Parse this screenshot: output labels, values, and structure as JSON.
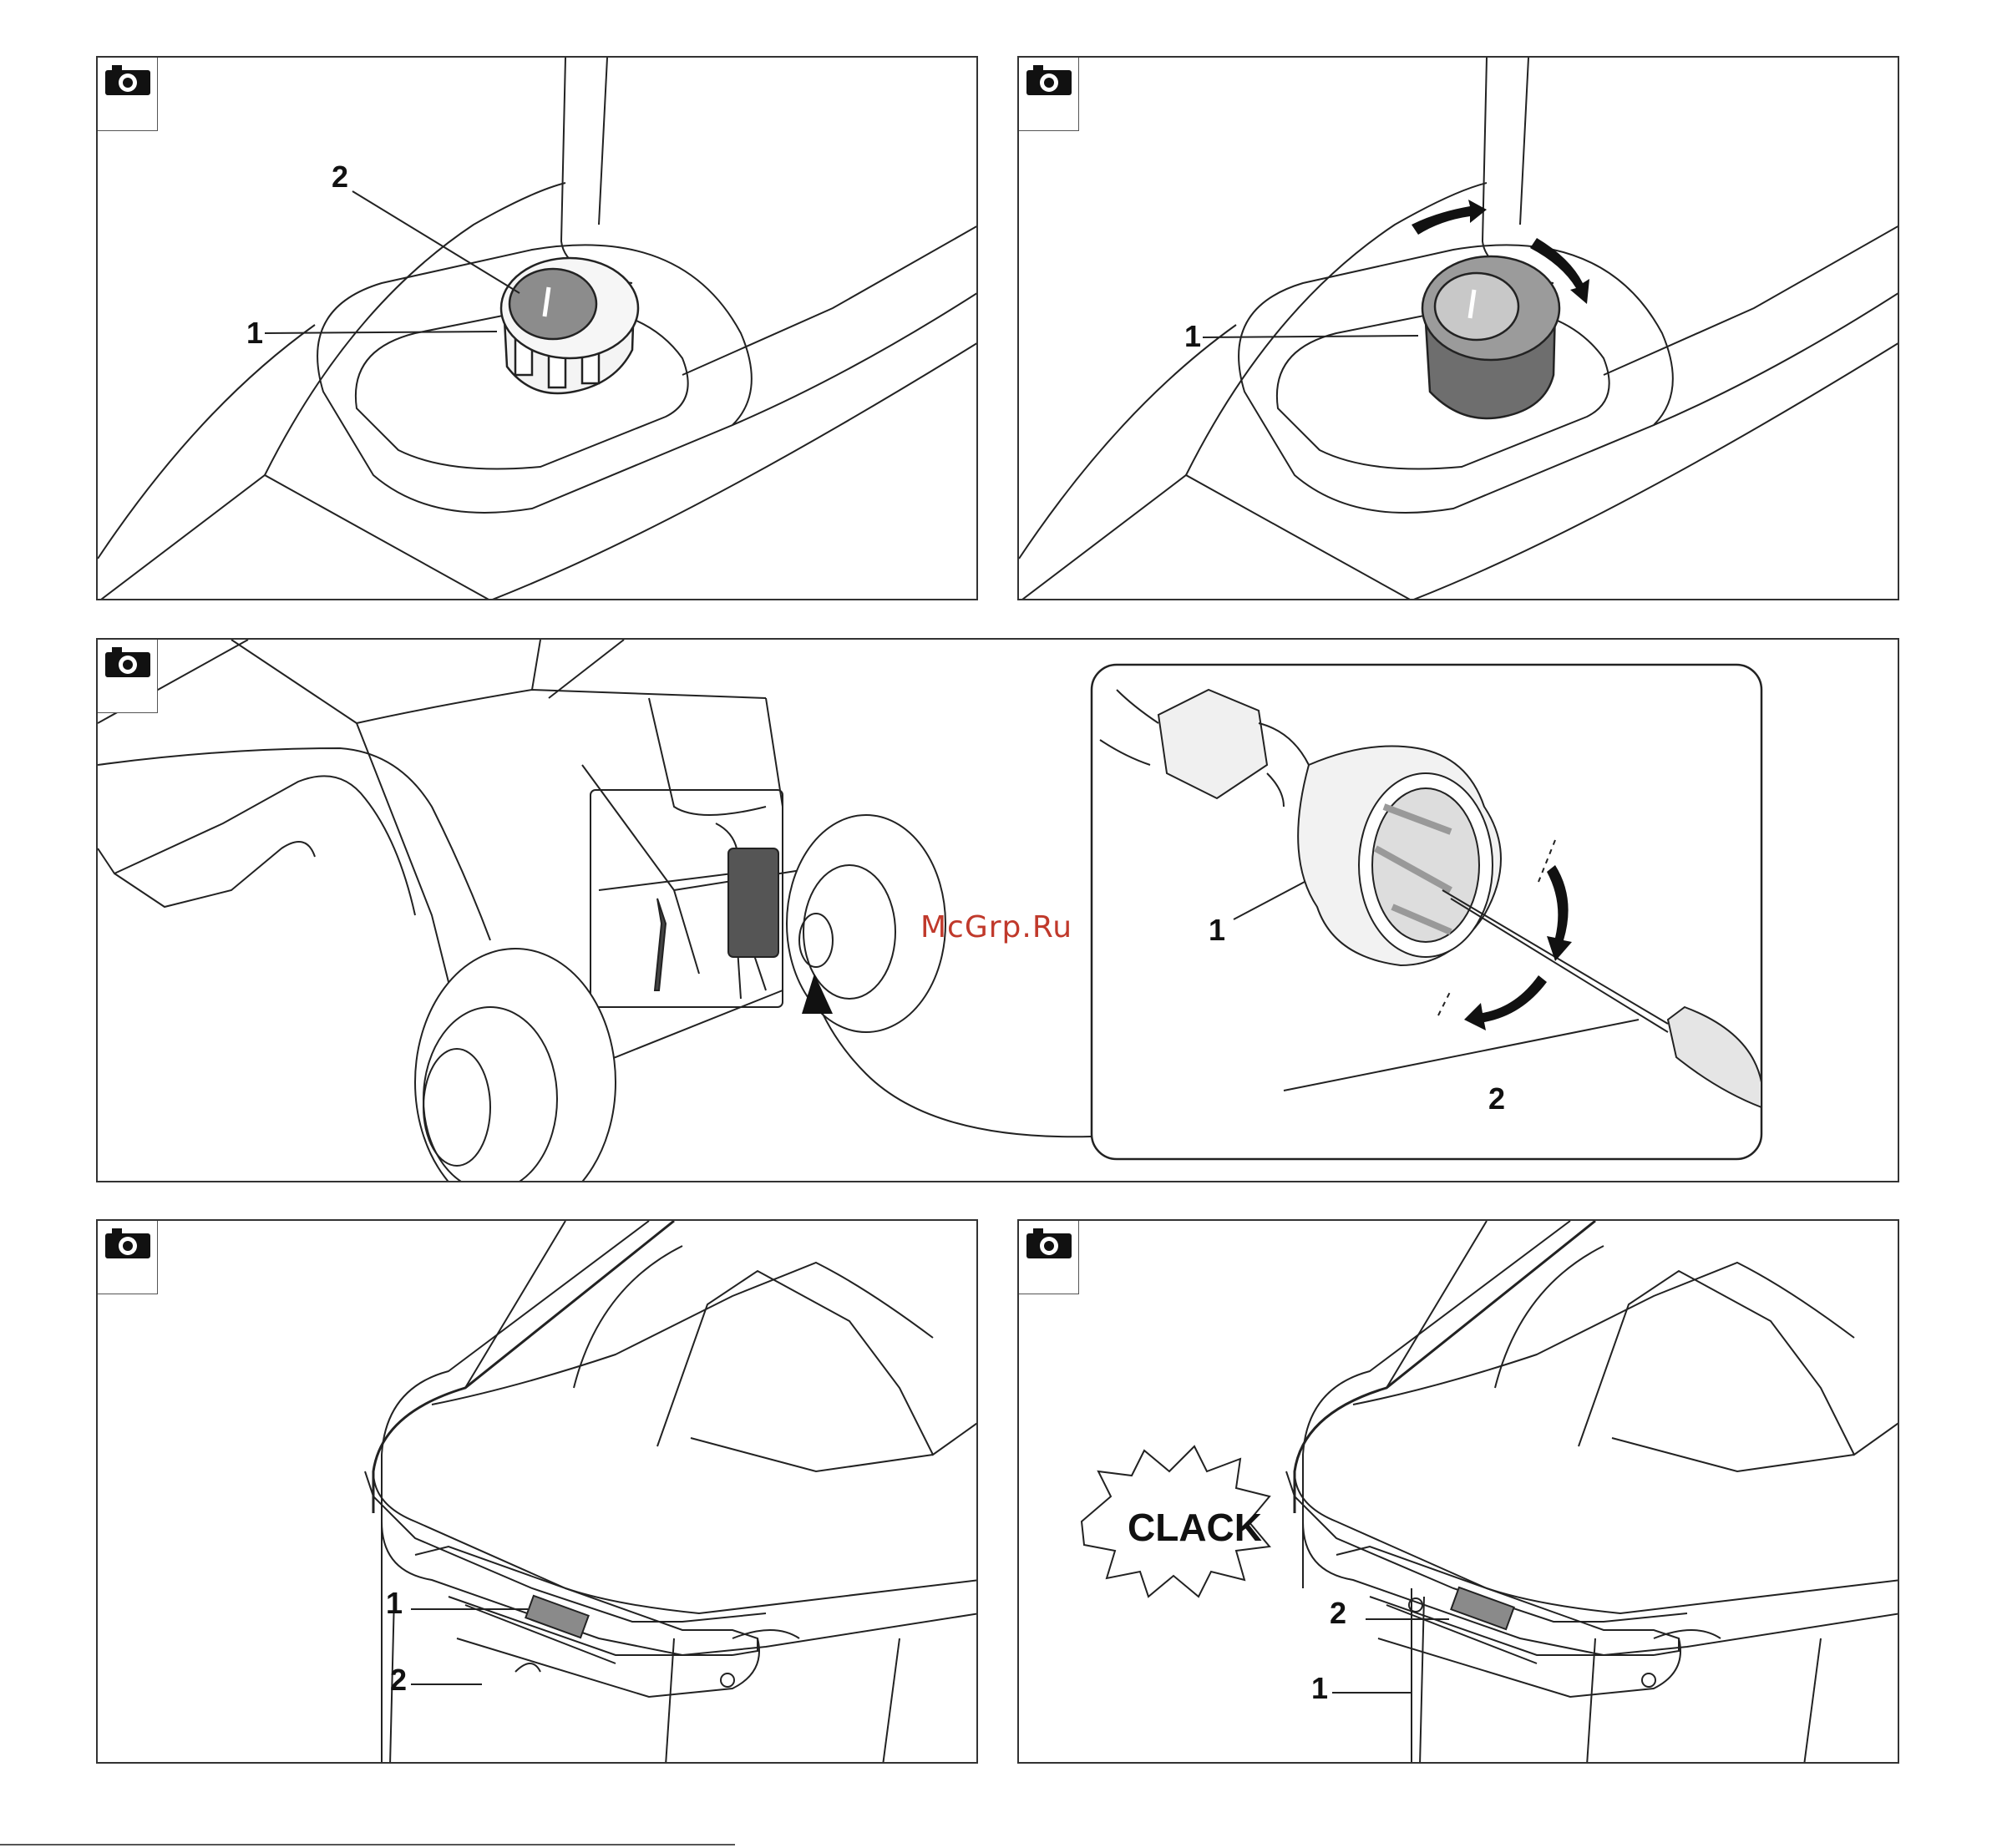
{
  "panels": {
    "p1": {
      "callouts": {
        "a": "2",
        "b": "1"
      }
    },
    "p2": {
      "callouts": {
        "a": "1"
      }
    },
    "p3": {
      "callouts": {
        "a": "1",
        "b": "2"
      }
    },
    "p4": {
      "callouts": {
        "a": "1",
        "b": "2"
      }
    },
    "p5": {
      "callouts": {
        "a": "2",
        "b": "1"
      },
      "sound": "CLACK"
    }
  },
  "watermark": "McGrp.Ru",
  "icons": {
    "camera": "camera-icon",
    "knob": "rotary-knob",
    "arrow": "rotation-arrow-icon",
    "wrench": "wrench-icon",
    "screwdriver": "screwdriver-icon"
  }
}
